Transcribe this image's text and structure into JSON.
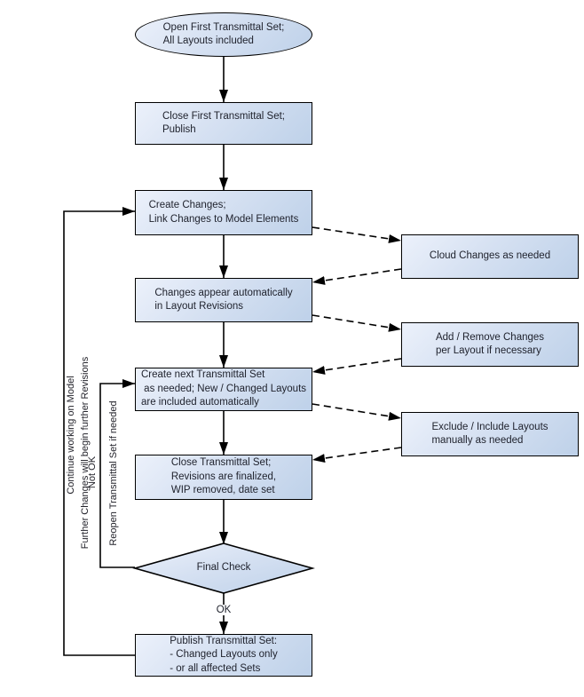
{
  "colors": {
    "node_fill_light": "#ecf1fb",
    "node_fill_dark": "#bed1e9",
    "node_border": "#000000",
    "node_text": "#20232e",
    "background": "#ffffff"
  },
  "nodes": {
    "start": {
      "shape": "ellipse",
      "label": "Open First Transmittal Set;\nAll Layouts included"
    },
    "close_first": {
      "shape": "rect",
      "label": "Close First Transmittal Set;\nPublish"
    },
    "create_changes": {
      "shape": "rect",
      "label": "Create Changes;\nLink Changes to Model Elements"
    },
    "changes_appear": {
      "shape": "rect",
      "label": "Changes appear automatically\nin Layout Revisions"
    },
    "create_next": {
      "shape": "rect",
      "label": "Create next Transmittal Set\n as needed; New / Changed Layouts\nare included automatically"
    },
    "close_set": {
      "shape": "rect",
      "label": "Close Transmittal Set;\nRevisions are finalized,\nWIP removed, date set"
    },
    "final_check": {
      "shape": "diamond",
      "label": "Final Check"
    },
    "publish": {
      "shape": "rect",
      "label": "Publish Transmittal Set:\n- Changed Layouts only\n- or all affected Sets"
    },
    "cloud_changes": {
      "shape": "rect",
      "label": "Cloud Changes as needed"
    },
    "add_remove": {
      "shape": "rect",
      "label": "Add / Remove Changes\nper Layout if necessary"
    },
    "exclude_include": {
      "shape": "rect",
      "label": "Exclude / Include Layouts\nmanually as needed"
    }
  },
  "edge_labels": {
    "ok": "OK",
    "not_ok": "Not OK",
    "reopen": "Reopen Transmittal Set if needed",
    "continue_model": "Continue working on Model",
    "further_changes": "Further Changes will begin further Revisions"
  }
}
